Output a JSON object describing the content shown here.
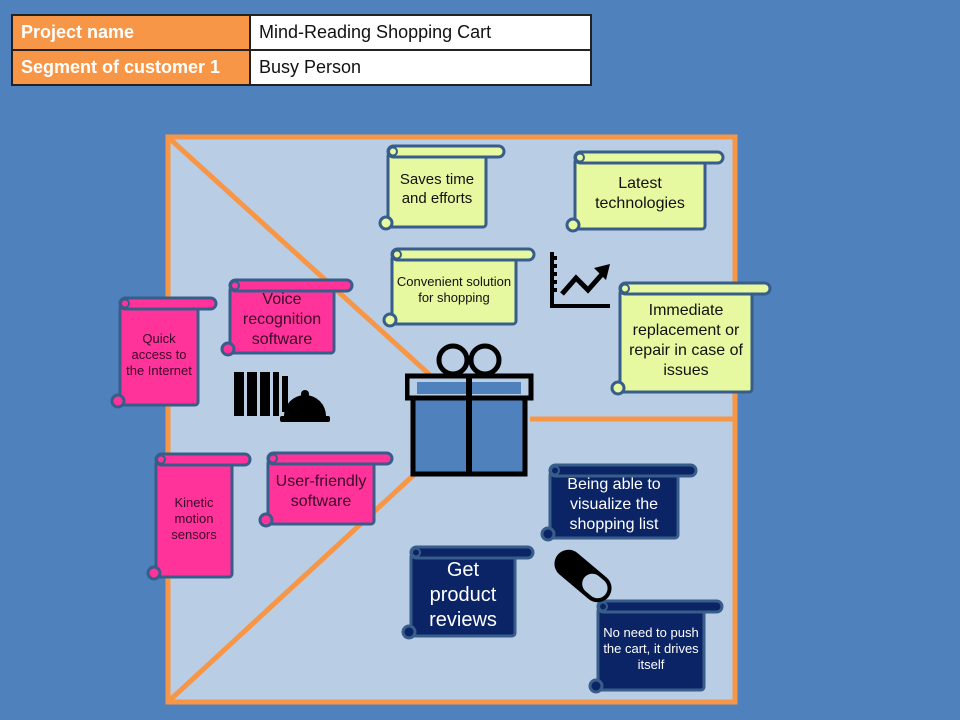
{
  "header": {
    "rows": [
      {
        "label": "Project name",
        "value": "Mind-Reading Shopping Cart"
      },
      {
        "label": "Segment of customer 1",
        "value": "Busy Person"
      }
    ]
  },
  "colors": {
    "background": "#4f81bd",
    "frame": "#f79646",
    "canvas": "#b9cde5",
    "gain_creators": "#e6f8a0",
    "products": "#ff3399",
    "pain_relievers": "#0b2466",
    "scroll_border": "#385d8a"
  },
  "products_and_services": [
    {
      "text": "Quick access to the Internet"
    },
    {
      "text": "Voice recognition software"
    },
    {
      "text": "Kinetic motion sensors"
    },
    {
      "text": "User-friendly software"
    }
  ],
  "gain_creators": [
    {
      "text": "Saves time and efforts"
    },
    {
      "text": "Latest technologies"
    },
    {
      "text": "Convenient solution for shopping"
    },
    {
      "text": "Immediate replacement or repair  in case of issues"
    }
  ],
  "pain_relievers": [
    {
      "text": "Being able to visualize the shopping list"
    },
    {
      "text": "Get product reviews"
    },
    {
      "text": "No need to push the cart, it drives itself"
    }
  ],
  "icons": [
    "gift-icon",
    "growth-chart-icon",
    "service-bell-icon",
    "pill-icon"
  ]
}
